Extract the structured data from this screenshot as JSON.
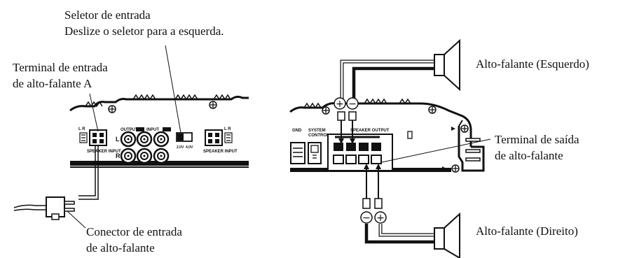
{
  "labels": {
    "input_selector_title": "Seletor de entrada",
    "input_selector_instruction": "Deslize o seletor para a esquerda.",
    "speaker_input_terminal_line1": "Terminal de entrada",
    "speaker_input_terminal_line2": "de alto-falante A",
    "speaker_input_connector_line1": "Conector de entrada",
    "speaker_input_connector_line2": "de alto-falante",
    "speaker_left": "Alto-falante (Esquerdo)",
    "speaker_right": "Alto-falante (Direito)",
    "speaker_output_terminal_line1": "Terminal de saída",
    "speaker_output_terminal_line2": "de alto-falante"
  },
  "panel_text": {
    "output": "OUTPUT",
    "input": "INPUT",
    "speaker_input": "SPEAKER INPUT",
    "speaker_input_right": "SPEAKER INPUT",
    "l": "L",
    "r": "R",
    "switch_2v": "2.0V",
    "switch_4v": "4.0V",
    "gnd": "GND",
    "system_control_1": "SYSTEM",
    "system_control_2": "CONTROL",
    "speaker_output": "SPEAKER OUTPUT"
  },
  "symbols": {
    "plus": "+",
    "minus": "−"
  }
}
